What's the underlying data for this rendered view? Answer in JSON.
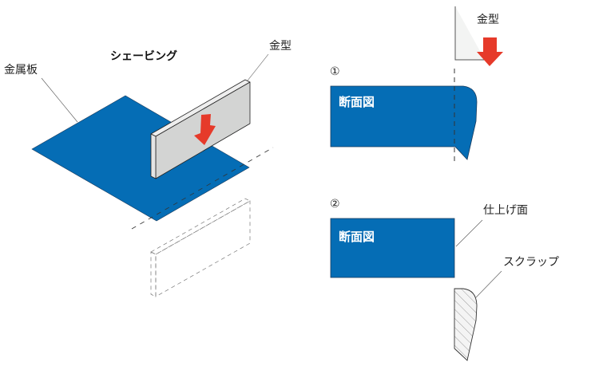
{
  "title": "シェービング",
  "labels": {
    "sheet_metal": "金属板",
    "die_left": "金型",
    "die_right": "金型",
    "step1": "①",
    "step2": "②",
    "section1": "断面図",
    "section2": "断面図",
    "finished_surface": "仕上げ面",
    "scrap": "スクラップ"
  },
  "colors": {
    "plate": "#056db5",
    "die": "#d3d4d3",
    "arrow": "#e63a2a"
  }
}
